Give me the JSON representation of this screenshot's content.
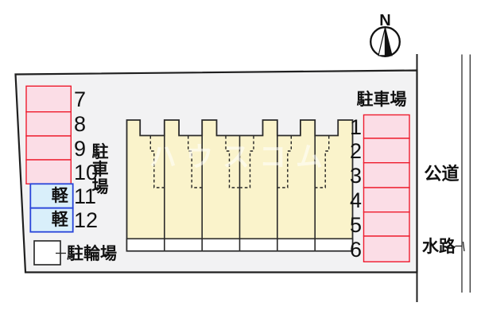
{
  "diagram": {
    "compass_label": "N",
    "watermark": "ハウスコム",
    "right_area": {
      "road_label": "公道",
      "waterway_label": "水路"
    },
    "left_parking": {
      "area_label": "駐車場",
      "spaces": [
        {
          "number": "7",
          "kei": false,
          "kei_label": ""
        },
        {
          "number": "8",
          "kei": false,
          "kei_label": ""
        },
        {
          "number": "9",
          "kei": false,
          "kei_label": ""
        },
        {
          "number": "10",
          "kei": false,
          "kei_label": ""
        },
        {
          "number": "11",
          "kei": true,
          "kei_label": "軽"
        },
        {
          "number": "12",
          "kei": true,
          "kei_label": "軽"
        }
      ]
    },
    "right_parking": {
      "area_label": "駐車場",
      "spaces": [
        {
          "number": "1"
        },
        {
          "number": "2"
        },
        {
          "number": "3"
        },
        {
          "number": "4"
        },
        {
          "number": "5"
        },
        {
          "number": "6"
        }
      ]
    },
    "bicycle_parking": {
      "label": "駐輪場"
    },
    "building": {
      "unit_count": 6
    }
  },
  "colors": {
    "site_fill": "#f2f2f3",
    "line": "#1f1f1f",
    "building_fill": "#faf3cb",
    "building_line": "#2b2b2b",
    "space_fill": "#fbdde6",
    "space_border": "#ee1c2e",
    "kei_fill": "#d9effa",
    "kei_border": "#2945d9"
  }
}
